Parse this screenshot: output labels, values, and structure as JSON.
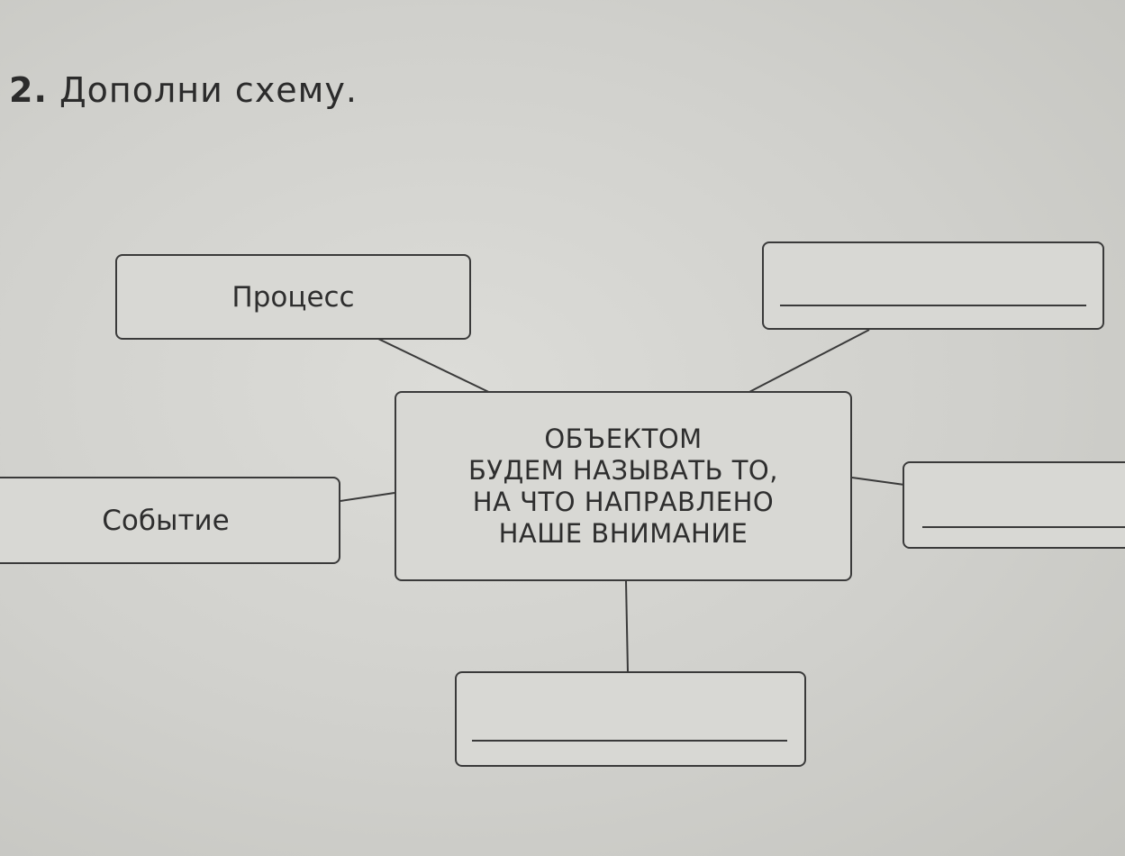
{
  "task": {
    "number": "2.",
    "instruction": "Дополни  схему."
  },
  "center": {
    "lines": [
      "ОБЪЕКТОМ",
      "БУДЕМ НАЗЫВАТЬ ТО,",
      "НА ЧТО НАПРАВЛЕНО",
      "НАШЕ ВНИМАНИЕ"
    ]
  },
  "boxes": {
    "top_left": {
      "label": "Процесс"
    },
    "left": {
      "label": "Событие"
    },
    "top_right": {
      "value": ""
    },
    "right": {
      "value": ""
    },
    "bottom": {
      "value": ""
    }
  }
}
